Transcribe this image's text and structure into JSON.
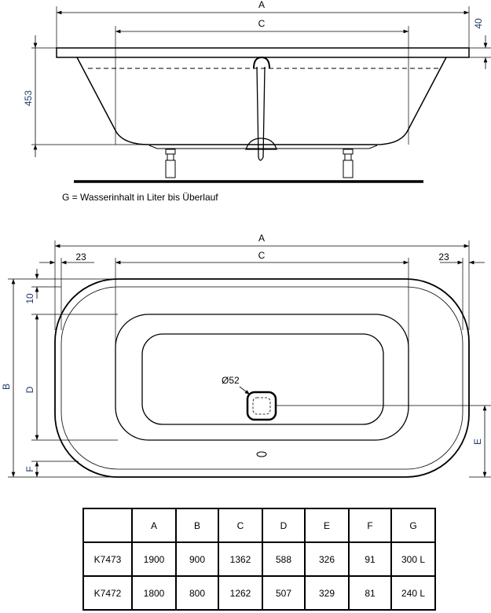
{
  "side_view": {
    "dim_a": "A",
    "dim_c": "C",
    "dim_height": "453",
    "dim_rim": "40",
    "note": "G = Wasserinhalt in Liter bis Überlauf"
  },
  "top_view": {
    "dim_a": "A",
    "dim_c": "C",
    "dim_left_offset": "23",
    "dim_right_offset": "23",
    "dim_b": "B",
    "dim_d": "D",
    "dim_e": "E",
    "dim_f": "F",
    "dim_10": "10",
    "drain_label": "Ø52"
  },
  "table": {
    "headers": [
      "",
      "A",
      "B",
      "C",
      "D",
      "E",
      "F",
      "G"
    ],
    "rows": [
      [
        "K7473",
        "1900",
        "900",
        "1362",
        "588",
        "326",
        "91",
        "300 L"
      ],
      [
        "K7472",
        "1800",
        "800",
        "1262",
        "507",
        "329",
        "81",
        "240 L"
      ]
    ]
  }
}
